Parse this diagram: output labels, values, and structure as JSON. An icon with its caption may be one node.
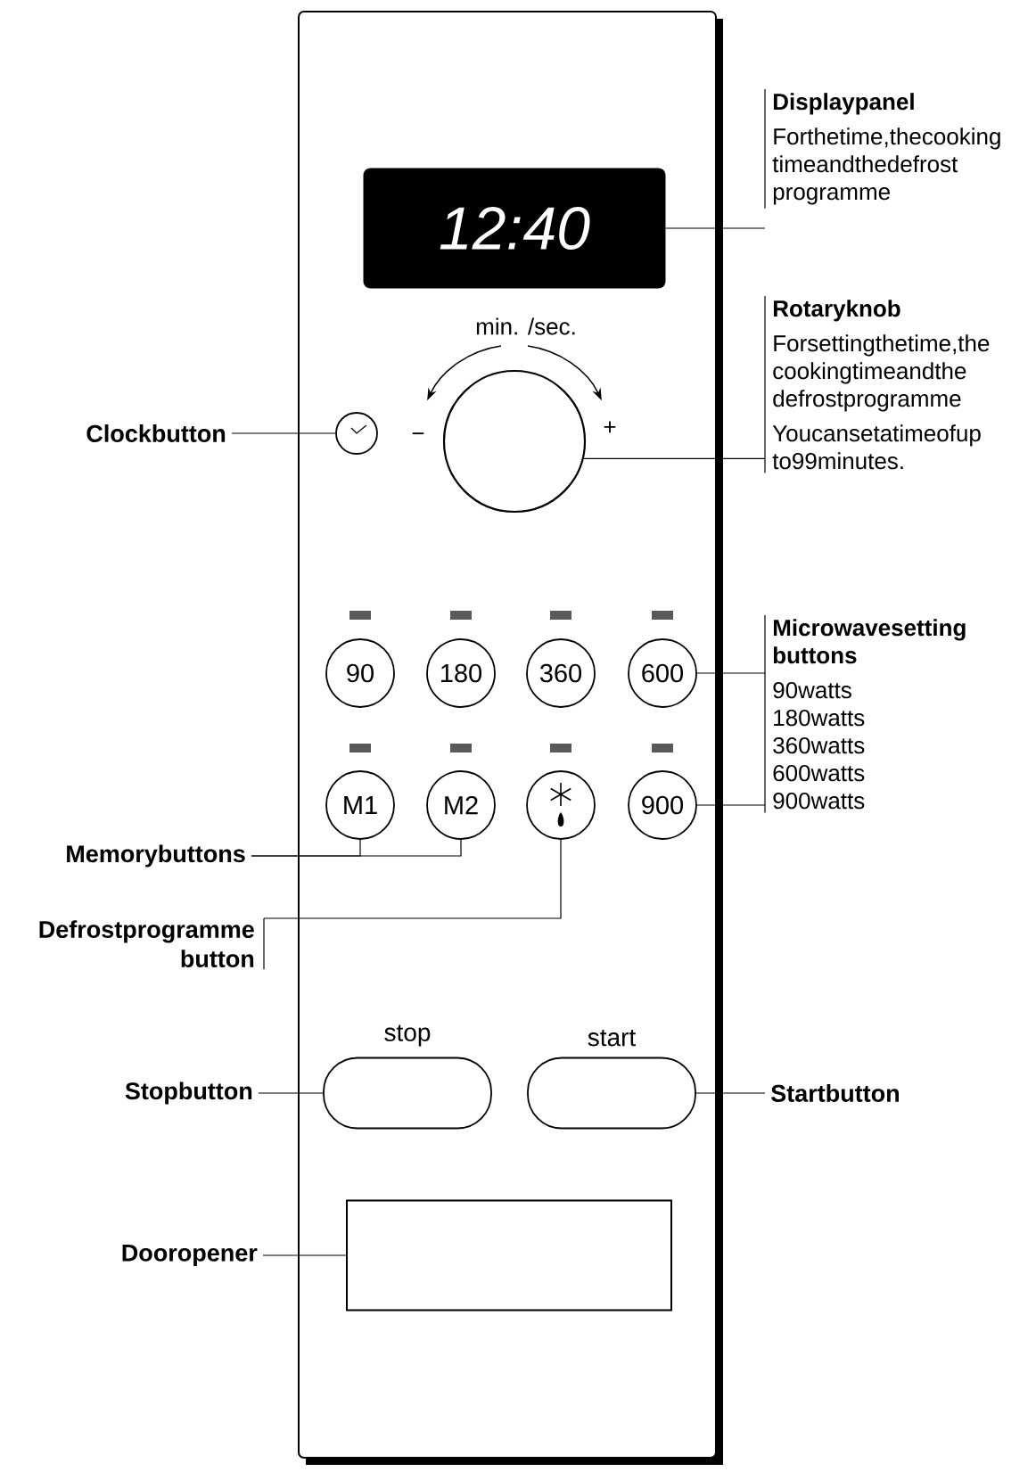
{
  "diagram": {
    "nodes": [
      {
        "text": [
          "12:40"
        ]
      },
      {
        "text": [
          "Displaypanel",
          "Forthetime,thecooking timeandthedefrost programme"
        ]
      },
      {
        "text": [],
        "shape": "circle"
      },
      {
        "text": [
          "Rotaryknob",
          "Forsettingthetime,the cookingtimeandthe defrostprogramme",
          "Youcansetatimeofup to99minutes."
        ]
      },
      {
        "text": [],
        "shape": "circle"
      },
      {
        "text": [
          "Clockbutton"
        ]
      },
      {
        "text": [
          "90"
        ]
      },
      {
        "text": [
          "180"
        ]
      },
      {
        "text": [
          "360"
        ]
      },
      {
        "text": [
          "600"
        ]
      },
      {
        "text": [
          "M1"
        ]
      },
      {
        "text": [
          "M2"
        ]
      },
      {
        "text": [],
        "shape": "circle"
      },
      {
        "text": [
          "900"
        ]
      },
      {
        "text": [
          "Microwavesetting buttons",
          "90watts",
          "180watts",
          "360watts",
          "600watts",
          "900watts"
        ]
      },
      {
        "text": [
          "Memorybuttons"
        ]
      },
      {
        "text": [
          "Defrostprogramme button"
        ]
      },
      {
        "text": [
          "stop"
        ]
      },
      {
        "text": [
          "start"
        ]
      },
      {
        "text": [
          "Stopbutton"
        ]
      },
      {
        "text": [
          "Startbutton"
        ]
      },
      {
        "text": [],
        "shape": "box"
      },
      {
        "text": [
          "Dooropener"
        ]
      }
    ],
    "edges": [
      {
        "from": 1,
        "to": 0,
        "arrow": "none"
      },
      {
        "from": 3,
        "to": 2,
        "arrow": "none"
      },
      {
        "from": 5,
        "to": 4,
        "arrow": "none"
      },
      {
        "from": 14,
        "to": 9,
        "arrow": "none"
      },
      {
        "from": 14,
        "to": 13,
        "arrow": "none"
      },
      {
        "from": 15,
        "to": 10,
        "arrow": "none"
      },
      {
        "from": 15,
        "to": 11,
        "arrow": "none"
      },
      {
        "from": 16,
        "to": 12,
        "arrow": "none"
      },
      {
        "from": 19,
        "to": 17,
        "arrow": "none"
      },
      {
        "from": 20,
        "to": 18,
        "arrow": "none"
      },
      {
        "from": 22,
        "to": 21,
        "arrow": "none"
      }
    ],
    "labels": [
      "min. /sec.",
      "−",
      "+"
    ]
  }
}
